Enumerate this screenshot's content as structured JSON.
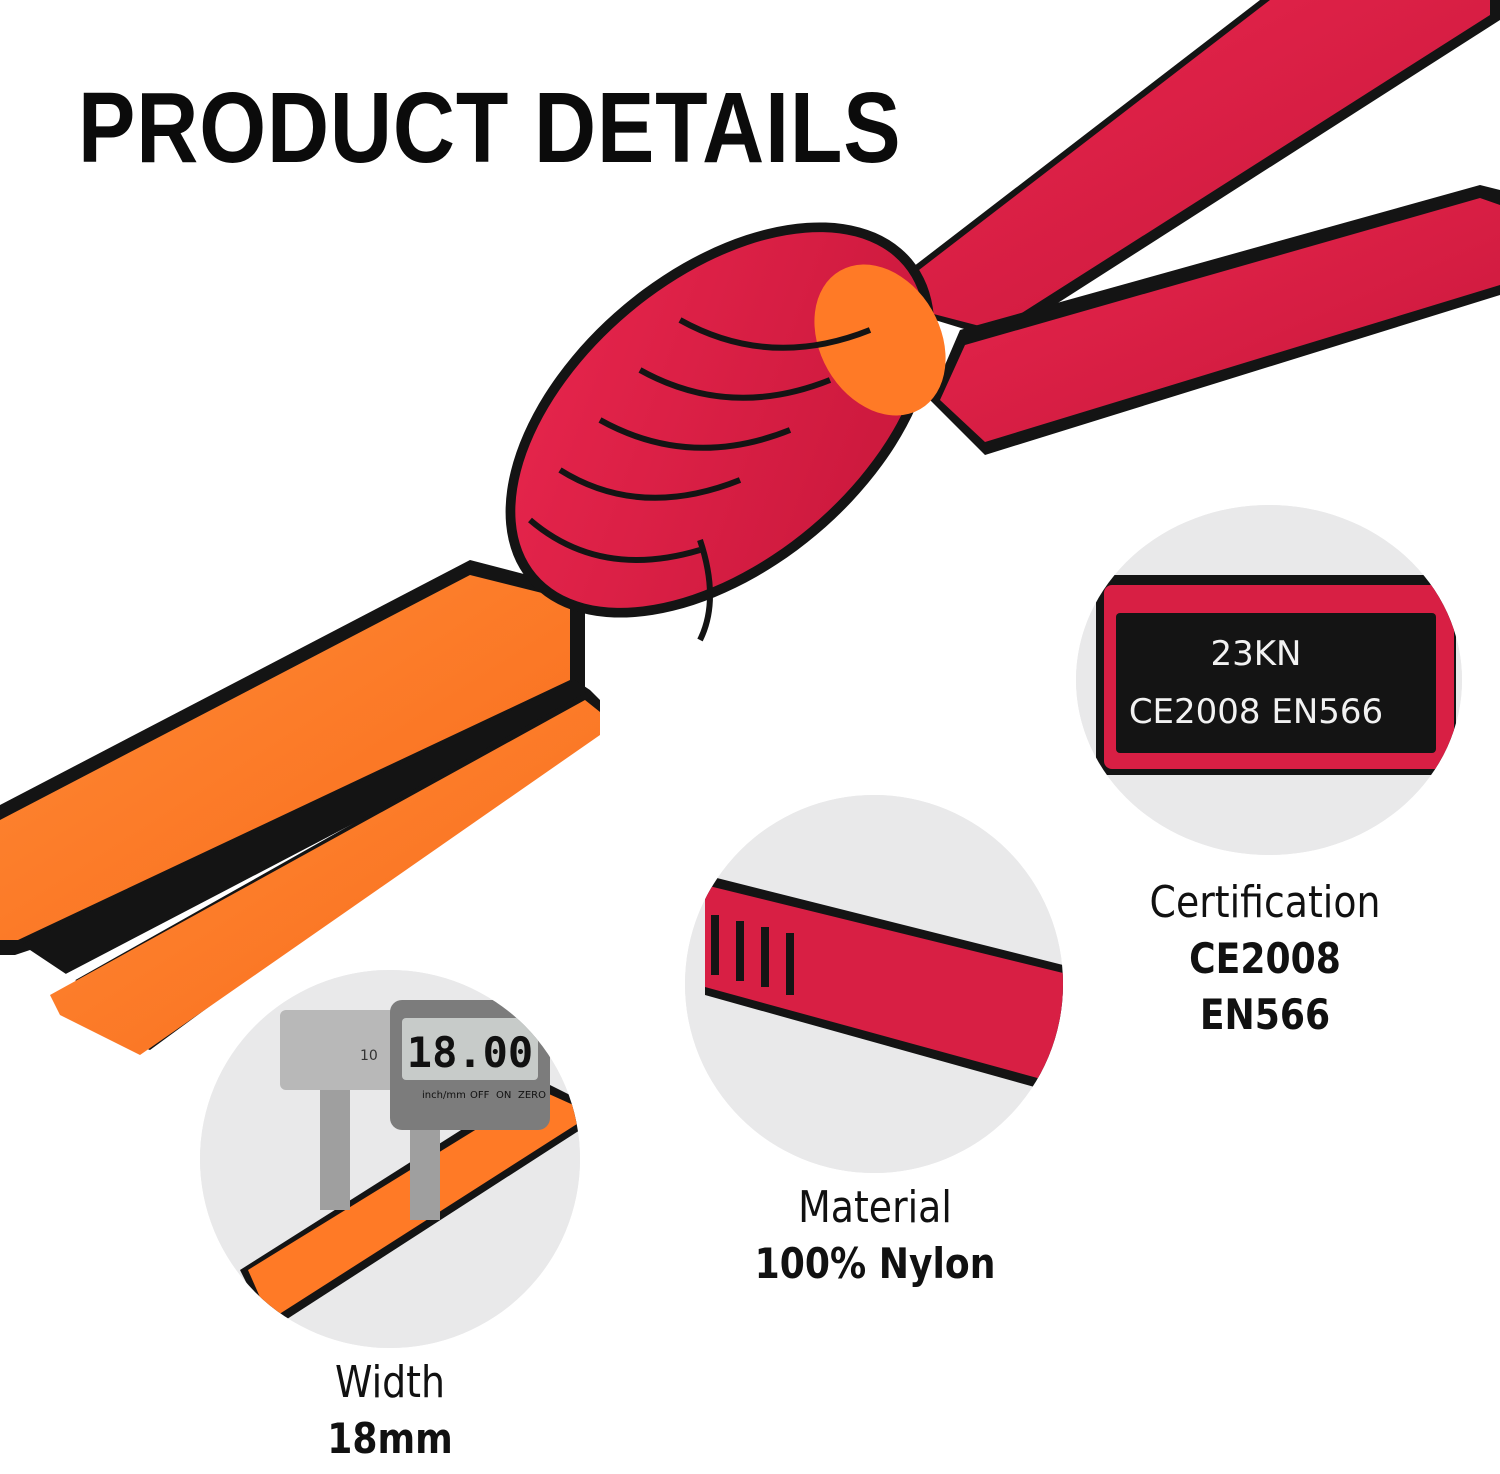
{
  "header": {
    "title": "PRODUCT DETAILS"
  },
  "details": [
    {
      "label": "Width",
      "value": "18mm"
    },
    {
      "label": "Material",
      "value": "100% Nylon"
    },
    {
      "label": "Certification",
      "value": "CE2008 EN566"
    }
  ],
  "caliper": {
    "reading": "18.00",
    "buttons": [
      "OFF",
      "ON",
      "ZERO"
    ],
    "unit_label": "inch/mm",
    "scale_number": "10"
  },
  "tag": {
    "line1": "23KN",
    "line2": "CE2008 EN566"
  },
  "colors": {
    "red_webbing": "#d81f44",
    "orange_webbing": "#ff7a26",
    "edge": "#141414",
    "circle_bg": "#e9e9ea"
  }
}
